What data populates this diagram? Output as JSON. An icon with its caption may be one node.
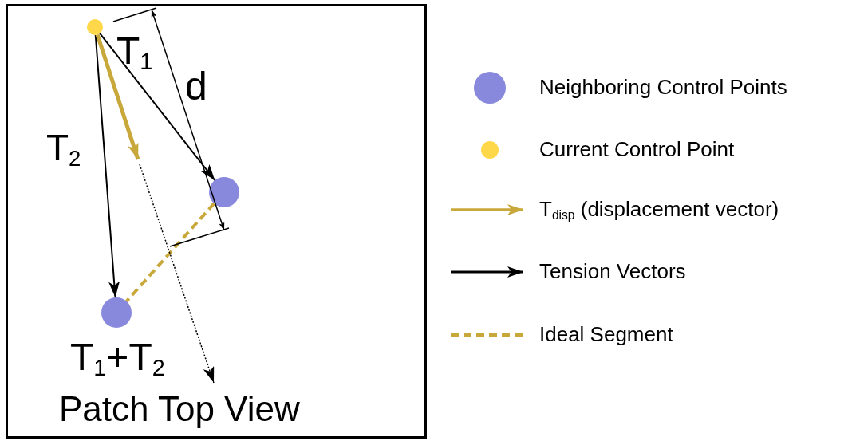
{
  "diagram": {
    "nodes": [
      {
        "text": [
          "Patch Top View"
        ]
      },
      {
        "text": [],
        "shape": "circle",
        "in": 0
      },
      {
        "text": [],
        "shape": "circle",
        "in": 0
      },
      {
        "text": [],
        "shape": "circle",
        "in": 0
      }
    ],
    "edges": [
      {
        "from": 1,
        "to": 2,
        "arrow": "to",
        "label": "T$_{1}$"
      },
      {
        "from": 1,
        "to": 3,
        "arrow": "to",
        "label": "T$_{2}$"
      },
      {
        "from": 1,
        "to": null,
        "arrow": "to",
        "style": "thick",
        "color": "#c8a83a"
      },
      {
        "from": 2,
        "to": 3,
        "arrow": "none",
        "style": "dashed",
        "color": "#c8a83a"
      }
    ],
    "labels": [
      "d",
      "T$_{1}$+T$_{2}$"
    ],
    "legend": [
      {
        "text": "Neighboring Control Points",
        "color": "#8888dd"
      },
      {
        "text": "Current Control Point",
        "color": "#ffd84a"
      },
      {
        "text": "T$_{disp}$ (displacement vector)"
      },
      {
        "text": "Tension Vectors"
      },
      {
        "text": "Ideal Segment"
      }
    ]
  }
}
